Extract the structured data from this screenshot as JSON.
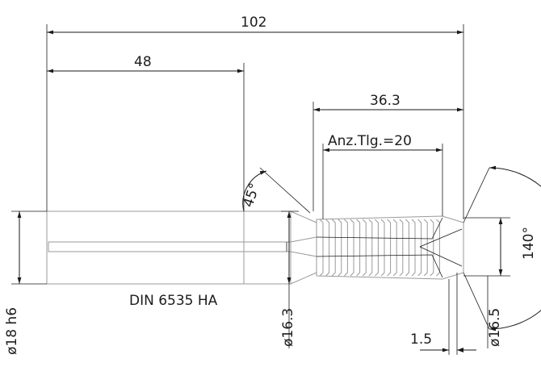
{
  "drawing": {
    "dimensions": {
      "overall_length": "102",
      "shank_length": "48",
      "thread_section_length": "36.3",
      "thread_count": "Anz.Tlg.=20",
      "chamfer_angle": "45°",
      "point_angle": "140°",
      "shank_diameter": "ø18 h6",
      "neck_diameter": "ø16.3",
      "tip_diameter": "ø16.5",
      "tip_offset": "1.5"
    },
    "standard_note": "DIN 6535 HA"
  }
}
